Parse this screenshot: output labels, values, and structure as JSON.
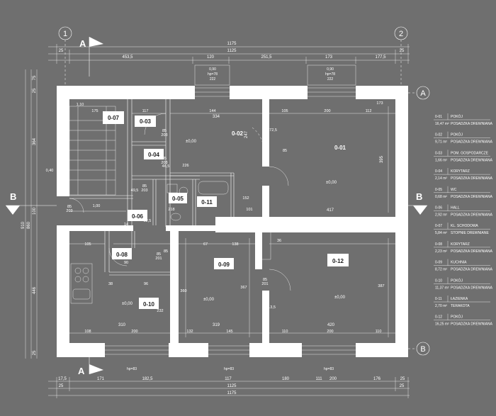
{
  "axes": {
    "top": [
      "1",
      "2"
    ],
    "right": [
      "A",
      "B"
    ],
    "cuts": [
      "A",
      "B"
    ]
  },
  "top_dims": {
    "row1": "1175",
    "row2_left": "25",
    "row2_center": "1125",
    "row2_right": "25",
    "row3": [
      "453,5",
      "120",
      "251,5",
      "173",
      "177,5"
    ]
  },
  "bottom_dims": {
    "row1": [
      "17,5",
      "171",
      "182,5",
      "117",
      "180",
      "111",
      "200",
      "176",
      "25"
    ],
    "row2_left": "25",
    "row2_center": "1125",
    "row2_right": "25",
    "row3": "1175"
  },
  "left_dims": {
    "outer": [
      "910",
      "860"
    ],
    "inner": [
      "75",
      "25",
      "364",
      "100",
      "446",
      "25"
    ]
  },
  "windows": {
    "top1": [
      "0,90",
      "hp=78",
      "222"
    ],
    "top2": [
      "0,90",
      "hp=78",
      "222"
    ],
    "bottom": [
      "hp=83",
      "hp=83",
      "hp=83"
    ]
  },
  "rooms": [
    {
      "id": "0-01",
      "label": "0-01",
      "level": "±0,00",
      "w": "417",
      "h": "395"
    },
    {
      "id": "0-02",
      "label": "0-02",
      "level": "±0,00",
      "w": "334",
      "h": "247"
    },
    {
      "id": "0-03",
      "label": "0-03"
    },
    {
      "id": "0-04",
      "label": "0-04"
    },
    {
      "id": "0-05",
      "label": "0-05"
    },
    {
      "id": "0-06",
      "label": "0-06"
    },
    {
      "id": "0-07",
      "label": "0-07"
    },
    {
      "id": "0-08",
      "label": "0-08"
    },
    {
      "id": "0-09",
      "label": "0-09",
      "level": "±0,00",
      "w": "319"
    },
    {
      "id": "0-10",
      "label": "0-10",
      "level": "±0,00",
      "w": "310"
    },
    {
      "id": "0-11",
      "label": "0-11"
    },
    {
      "id": "0-12",
      "label": "0-12",
      "level": "±0,00",
      "w": "420"
    }
  ],
  "inner_dims": [
    "1,10",
    "175",
    "117",
    "144",
    "105",
    "200",
    "112",
    "85",
    "203",
    "226",
    "85",
    "203",
    "46,5",
    "49,5",
    "52,5",
    "85",
    "203",
    "105",
    "67",
    "138",
    "85",
    "201",
    "90",
    "85",
    "201",
    "108",
    "200",
    "132",
    "145",
    "110",
    "200",
    "110",
    "173",
    "0,40",
    "85",
    "203",
    "1,00",
    "172,5",
    "152",
    "101",
    "218",
    "36",
    "387",
    "367",
    "360",
    "232",
    "213,5",
    "18",
    "14",
    "85",
    "85",
    "85",
    "38",
    "96"
  ],
  "legend": [
    {
      "code": "0-01",
      "name": "POKÓJ",
      "area": "16,47",
      "unit": "m²",
      "floor": "POSADZKA DREWNIANA"
    },
    {
      "code": "0-02",
      "name": "POKÓJ",
      "area": "9,71",
      "unit": "m²",
      "floor": "POSADZKA DREWNIANA"
    },
    {
      "code": "0-03",
      "name": "POM. GOSPODARCZE",
      "area": "1,66",
      "unit": "m²",
      "floor": "POSADZKA DREWNIANA"
    },
    {
      "code": "0-04",
      "name": "KORYTARZ",
      "area": "2,14",
      "unit": "m²",
      "floor": "POSADZKA DREWNIANA"
    },
    {
      "code": "0-05",
      "name": "WC",
      "area": "0,68",
      "unit": "m²",
      "floor": "POSADZKA DREWNIANA"
    },
    {
      "code": "0-06",
      "name": "HALL",
      "area": "2,92",
      "unit": "m²",
      "floor": "POSADZKA DREWNIANA"
    },
    {
      "code": "0-07",
      "name": "KL. SCHODOWA",
      "area": "5,84",
      "unit": "m²",
      "floor": "STOPNIE DREWNIANE"
    },
    {
      "code": "0-08",
      "name": "KORYTARZ",
      "area": "2,23",
      "unit": "m²",
      "floor": "POSADZKA DREWNIANA"
    },
    {
      "code": "0-09",
      "name": "KUCHNIA",
      "area": "8,72",
      "unit": "m²",
      "floor": "POSADZKA DREWNIANA"
    },
    {
      "code": "0-10",
      "name": "POKÓJ",
      "area": "11,37",
      "unit": "m²",
      "floor": "POSADZKA DREWNIANA"
    },
    {
      "code": "0-11",
      "name": "ŁAZIENKA",
      "area": "2,70",
      "unit": "m²",
      "floor": "TERAKOTA"
    },
    {
      "code": "0-12",
      "name": "POKÓJ",
      "area": "16,25",
      "unit": "m²",
      "floor": "POSADZKA DREWNIANA"
    }
  ],
  "colors": {
    "background": "#6f6f6f",
    "lines": "#ffffff",
    "label_box": "#ffffff",
    "label_text": "#222222"
  }
}
